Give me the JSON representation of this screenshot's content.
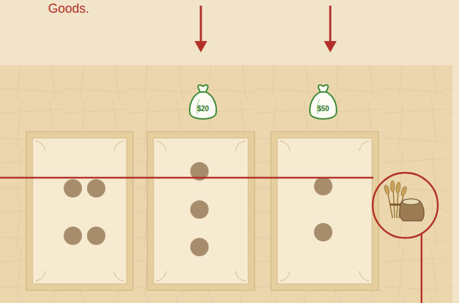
{
  "diagram": {
    "nodes": [
      {
        "text": [
          "$20"
        ]
      },
      {
        "text": [
          "$50"
        ]
      }
    ],
    "labels": [
      "Goods."
    ]
  }
}
